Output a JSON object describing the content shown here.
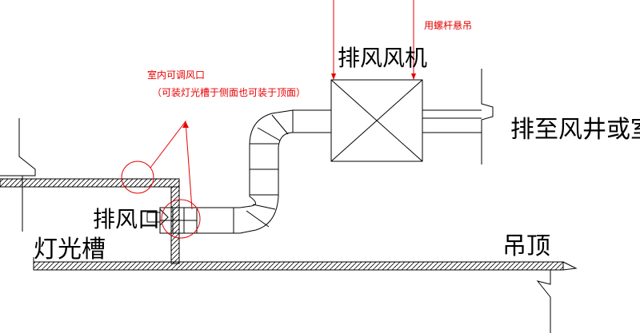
{
  "labels": {
    "fan": "排风风机",
    "rod_note": "用螺杆悬吊",
    "outlet_to": "排至风井或室外",
    "indoor_vent": "室内可调风口",
    "indoor_vent_note": "（可装灯光槽于侧面也可装于顶面）",
    "exhaust_port": "排风口",
    "light_trough": "灯光槽",
    "ceiling": "吊顶"
  },
  "colors": {
    "line": "#000000",
    "annotation": "#e60000",
    "background": "#ffffff"
  }
}
